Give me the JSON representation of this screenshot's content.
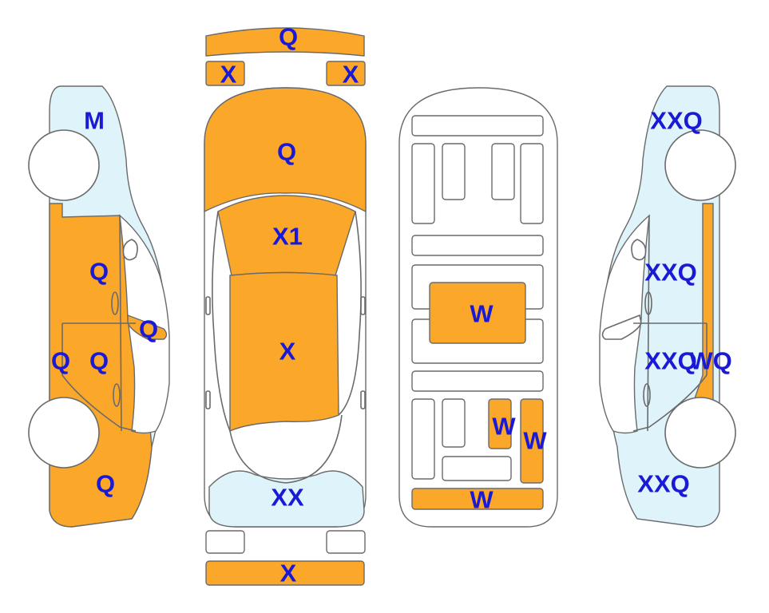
{
  "colors": {
    "damaged": "#fba82a",
    "light": "#dff4fa",
    "label": "#1a1ad6"
  },
  "labels": {
    "roof_bar": "Q",
    "mirror_left": "X",
    "mirror_right": "X",
    "hood": "Q",
    "windshield": "X1",
    "roof": "X",
    "rear_window": "XX",
    "rear_bumper": "X",
    "left_fender": "M",
    "left_front_door": "Q",
    "left_mirror": "Q",
    "left_sill": "Q",
    "left_rear_door": "Q",
    "left_quarter": "Q",
    "interior_console": "W",
    "interior_seat_a": "W",
    "interior_seat_b": "W",
    "interior_trunk": "W",
    "right_fender": "XXQ",
    "right_front_door": "XXQ",
    "right_rear_door": "XXQ",
    "right_sill": "WQ",
    "right_quarter": "XXQ"
  }
}
